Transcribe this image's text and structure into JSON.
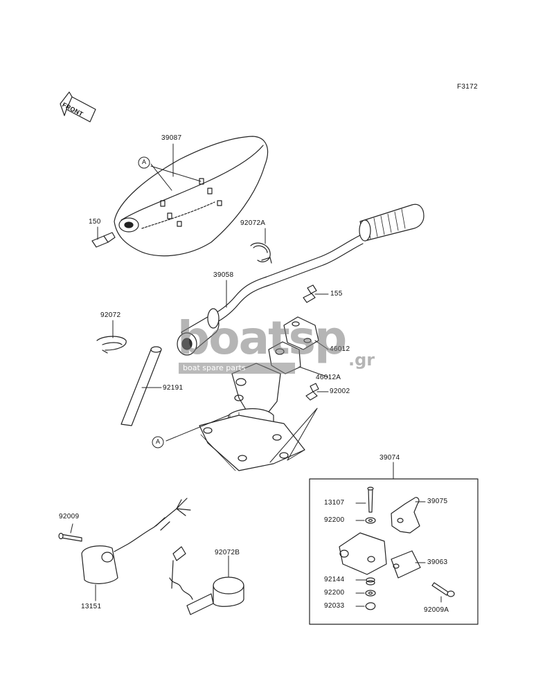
{
  "diagram": {
    "code": "F3172",
    "front_label": "FRONT",
    "callout_a": "A",
    "parts": {
      "p39087": "39087",
      "p150": "150",
      "p92072A": "92072A",
      "p39058": "39058",
      "p155": "155",
      "p92072": "92072",
      "p46012": "46012",
      "p46012A": "46012A",
      "p92191": "92191",
      "p92002": "92002",
      "p39074": "39074",
      "p13107": "13107",
      "p39075": "39075",
      "p92200a": "92200",
      "p39063": "39063",
      "p92144": "92144",
      "p92200b": "92200",
      "p92033": "92033",
      "p92009A": "92009A",
      "p92009": "92009",
      "p92072B": "92072B",
      "p13151": "13151"
    }
  },
  "watermark": {
    "brand": "boatsp",
    "tld": ".gr",
    "tagline": "boat spare parts"
  }
}
